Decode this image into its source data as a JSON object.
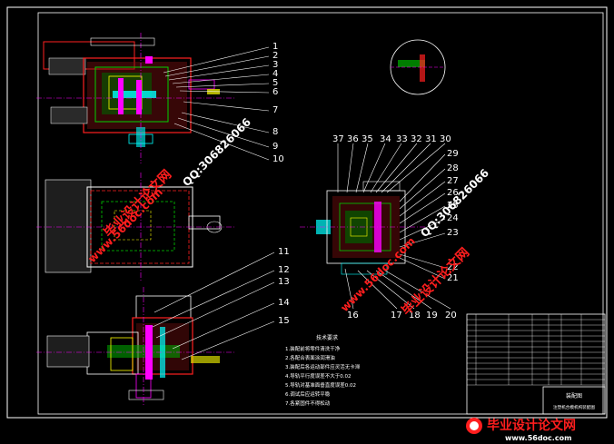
{
  "part_numbers_upper": [
    "1",
    "2",
    "3",
    "4",
    "5",
    "6",
    "7",
    "8",
    "9",
    "10"
  ],
  "part_numbers_lower": [
    "11",
    "12",
    "13",
    "14",
    "15"
  ],
  "part_numbers_right_top": [
    "37",
    "36",
    "35",
    "34",
    "33",
    "32",
    "31",
    "30"
  ],
  "part_numbers_right_side": [
    "29",
    "28",
    "27",
    "26",
    "25",
    "24",
    "23",
    "22",
    "21"
  ],
  "part_numbers_right_bottom": [
    "16",
    "17",
    "18",
    "19",
    "20"
  ],
  "tech_requirements": {
    "title": "技术要求",
    "items": [
      "1.装配前将零件清洗干净",
      "2.各配合表面涂润滑油",
      "3.装配后各运动部件应灵活无卡滞",
      "4.导轨平行度误差不大于0.02",
      "5.导轨对基准面垂直度误差0.02",
      "6.调试后应运转平稳",
      "7.各紧固件不得松动"
    ]
  },
  "watermarks": {
    "qq": "QQ:306826066",
    "site": "www.56doc.com",
    "brand": "毕业设计论文网",
    "footer_brand": "毕业设计论文网",
    "footer_site": "www.56doc.com"
  },
  "title_block": {
    "title": "装配图",
    "drawing_name": "注塑机合模机构装配图"
  },
  "colors": {
    "background": "#000000",
    "frame": "#ffffff",
    "part_red": "#ff2020",
    "part_magenta": "#ff00ff",
    "part_green": "#00d000",
    "part_yellow": "#ffff00",
    "part_cyan": "#00ffff",
    "part_blue": "#4040ff",
    "leader": "#ffffff",
    "watermark_cn": "#ff1e1e",
    "watermark_qq": "#ffffff"
  }
}
